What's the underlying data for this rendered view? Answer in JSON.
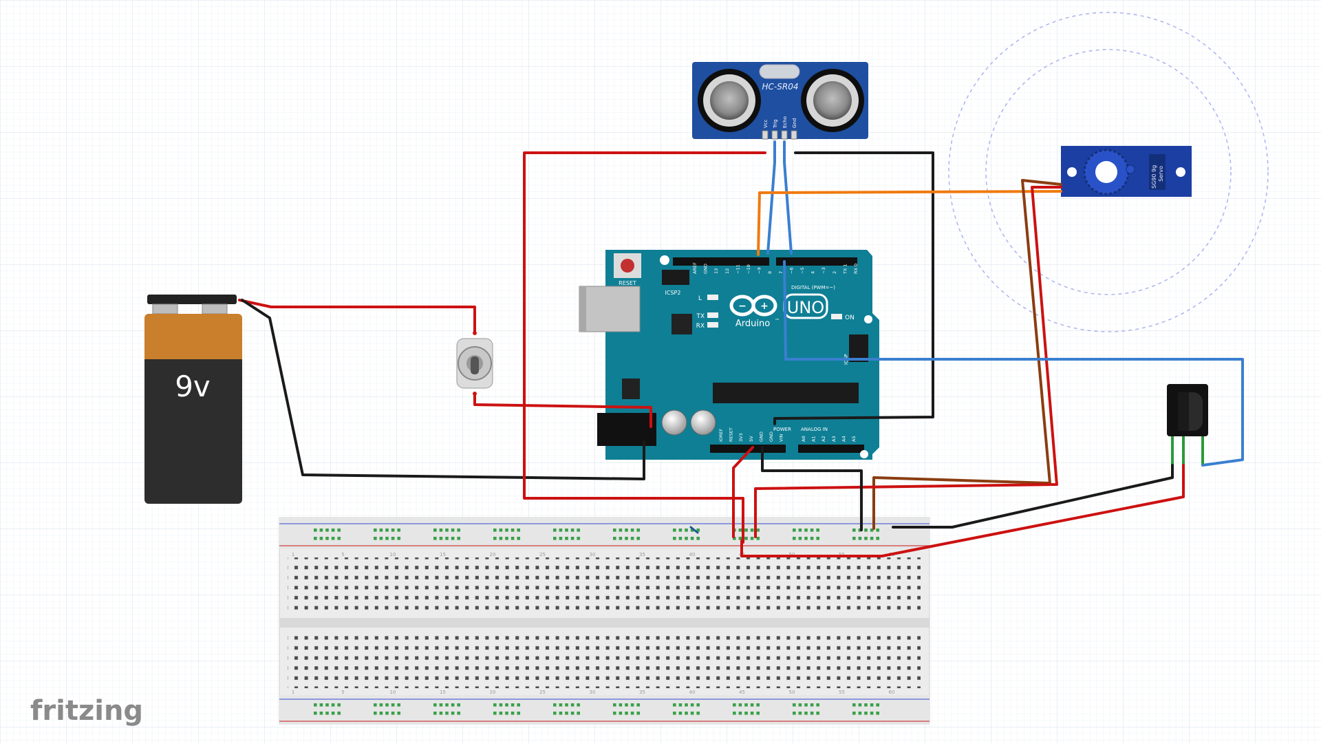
{
  "app": {
    "watermark": "fritzing"
  },
  "battery": {
    "label": "9v",
    "color_top": "#c97f2c",
    "color_body": "#2d2d2d"
  },
  "ultrasonic_sensor": {
    "model": "HC-SR04",
    "pins": [
      "Vcc",
      "Trig",
      "Echo",
      "Gnd"
    ],
    "color": "#1f4fa0"
  },
  "servo": {
    "label": "SG90 9g",
    "sublabel": "Servo",
    "color": "#1c3fa3"
  },
  "arduino": {
    "brand": "Arduino",
    "model": "UNO",
    "trademark": "™",
    "reset_label": "RESET",
    "icsp2_label": "ICSP2",
    "icsp_label": "ICSP",
    "on_label": "ON",
    "led_l": "L",
    "led_tx": "TX",
    "led_rx": "RX",
    "digital_label": "DIGITAL (PWM=~)",
    "power_label": "POWER",
    "analog_label": "ANALOG IN",
    "top_pins": [
      "AREF",
      "GND",
      "13",
      "12",
      "~11",
      "~10",
      "~9",
      "8",
      "7",
      "~6",
      "~5",
      "4",
      "~3",
      "2",
      "TX 1",
      "RX 0"
    ],
    "power_pins": [
      "IOREF",
      "RESET",
      "3V3",
      "5V",
      "GND",
      "GND",
      "VIN"
    ],
    "analog_pins": [
      "A0",
      "A1",
      "A2",
      "A3",
      "A4",
      "A5"
    ],
    "color": "#0f7f95"
  },
  "breadboard": {
    "column_numbers": [
      "1",
      "5",
      "10",
      "15",
      "20",
      "25",
      "30",
      "35",
      "40",
      "45",
      "50",
      "55",
      "60"
    ]
  },
  "wire_colors": {
    "red": "#cc1111",
    "black": "#1a1a1a",
    "blue": "#3a7fd0",
    "orange": "#f07a10",
    "brown": "#8a3d10",
    "green": "#2a9a3a"
  }
}
